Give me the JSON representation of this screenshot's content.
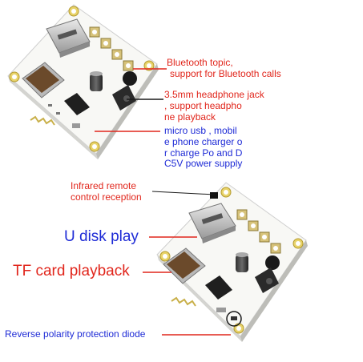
{
  "annotations": {
    "bluetooth": {
      "line1": "Bluetooth topic,",
      "line2": "support for Bluetooth calls",
      "color": "#e1261c"
    },
    "headphone": {
      "line1": "3.5mm headphone jack",
      "line2": ", support headpho",
      "line3": "ne playback",
      "color": "#e1261c"
    },
    "usb_power": {
      "line1": "micro usb , mobil",
      "line2": "e phone charger o",
      "line3": "r charge Po and D",
      "line4": "C5V power supply",
      "color": "#1e2bd6"
    },
    "infrared": {
      "line1": "Infrared remote",
      "line2": "control reception",
      "color": "#e1261c"
    },
    "udisk": {
      "text": "U disk play",
      "color": "#1e2bd6"
    },
    "tfcard": {
      "text": "TF card playback",
      "color": "#e1261c"
    },
    "diode": {
      "text": "Reverse polarity protection diode",
      "color": "#1e2bd6"
    }
  },
  "images": {
    "top_board": "bluetooth-audio-decoder-board-photo-top",
    "bottom_board": "bluetooth-audio-decoder-board-photo-bottom"
  }
}
